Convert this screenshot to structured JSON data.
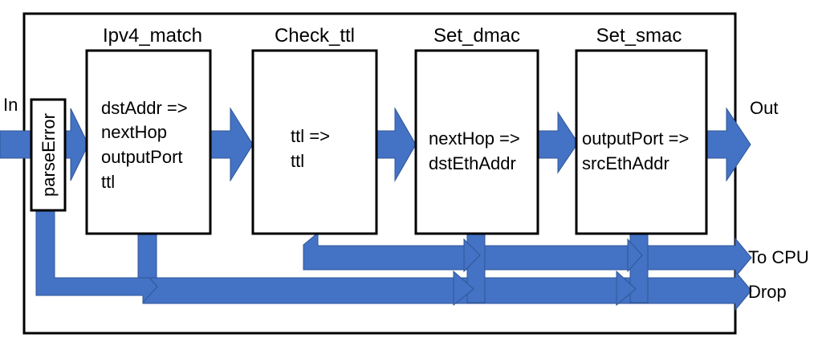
{
  "diagram": {
    "input_label": "In",
    "output_label": "Out",
    "to_cpu_label": "To CPU",
    "drop_label": "Drop",
    "parse_error_label": "parseError",
    "accent_color": "#4472C4",
    "stages": [
      {
        "title": "Ipv4_match",
        "lines": [
          "dstAddr =>",
          "nextHop",
          "outputPort",
          "ttl"
        ]
      },
      {
        "title": "Check_ttl",
        "lines": [
          "ttl =>",
          "ttl"
        ]
      },
      {
        "title": "Set_dmac",
        "lines": [
          "nextHop =>",
          "dstEthAddr"
        ]
      },
      {
        "title": "Set_smac",
        "lines": [
          "outputPort =>",
          "srcEthAddr"
        ]
      }
    ]
  }
}
